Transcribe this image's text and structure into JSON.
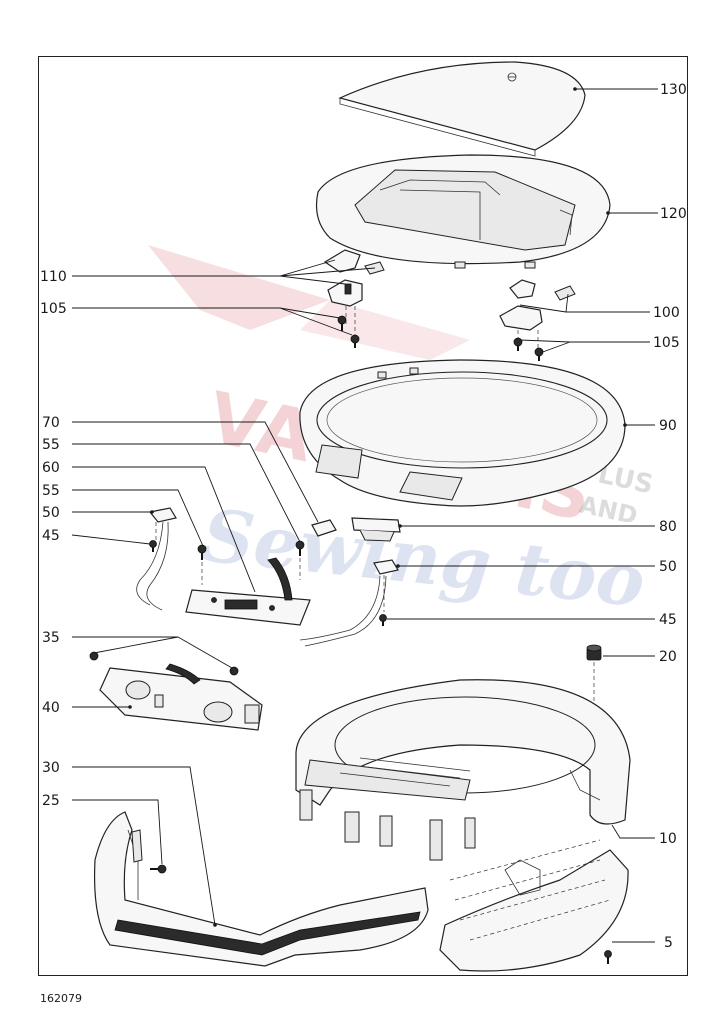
{
  "reference_number": "162079",
  "watermark": {
    "line1": "VACUUMS",
    "plus": "PLUS",
    "and": "AND",
    "line2": "Sewing too"
  },
  "callouts": [
    {
      "id": "c130",
      "label": "130"
    },
    {
      "id": "c120",
      "label": "120"
    },
    {
      "id": "c110",
      "label": "110"
    },
    {
      "id": "c105a",
      "label": "105"
    },
    {
      "id": "c100",
      "label": "100"
    },
    {
      "id": "c105b",
      "label": "105"
    },
    {
      "id": "c90",
      "label": "90"
    },
    {
      "id": "c70",
      "label": "70"
    },
    {
      "id": "c55a",
      "label": "55"
    },
    {
      "id": "c60",
      "label": "60"
    },
    {
      "id": "c55b",
      "label": "55"
    },
    {
      "id": "c80",
      "label": "80"
    },
    {
      "id": "c50a",
      "label": "50"
    },
    {
      "id": "c45a",
      "label": "45"
    },
    {
      "id": "c50b",
      "label": "50"
    },
    {
      "id": "c45b",
      "label": "45"
    },
    {
      "id": "c35",
      "label": "35"
    },
    {
      "id": "c20",
      "label": "20"
    },
    {
      "id": "c40",
      "label": "40"
    },
    {
      "id": "c30",
      "label": "30"
    },
    {
      "id": "c25",
      "label": "25"
    },
    {
      "id": "c10",
      "label": "10"
    },
    {
      "id": "c5",
      "label": "5"
    }
  ]
}
